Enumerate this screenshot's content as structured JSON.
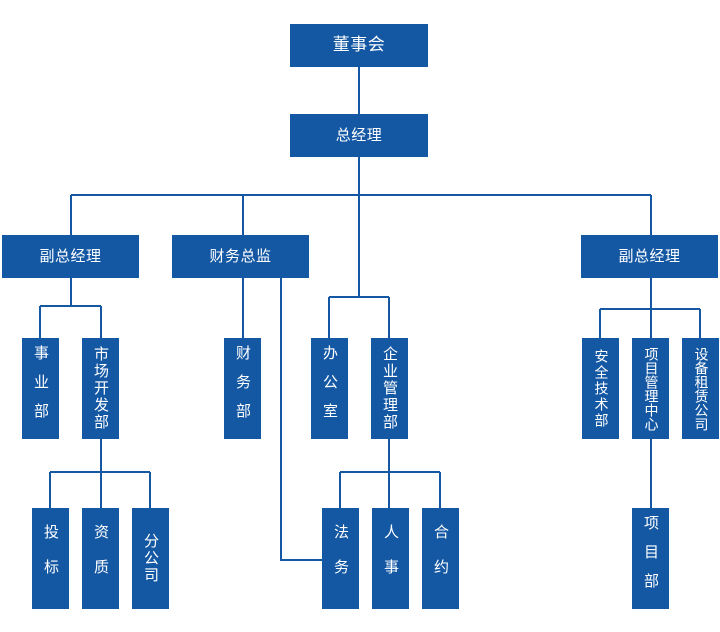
{
  "chart": {
    "color": "#1458a4",
    "line_color": "#1458a4",
    "nodes": {
      "board": "董事会",
      "gm": "总经理",
      "vgm_left": "副总经理",
      "cfo": "财务总监",
      "vgm_right": "副总经理",
      "business": "事业部",
      "market": "市场开发部",
      "finance": "财务部",
      "office": "办公室",
      "enterprise": "企业管理部",
      "safety": "安全技术部",
      "project_center": "项目管理中心",
      "equipment": "设备租赁公司",
      "bidding": "投标",
      "qualification": "资质",
      "branch": "分公司",
      "legal": "法务",
      "hr": "人事",
      "contract": "合约",
      "project_dept": "项目部"
    }
  }
}
